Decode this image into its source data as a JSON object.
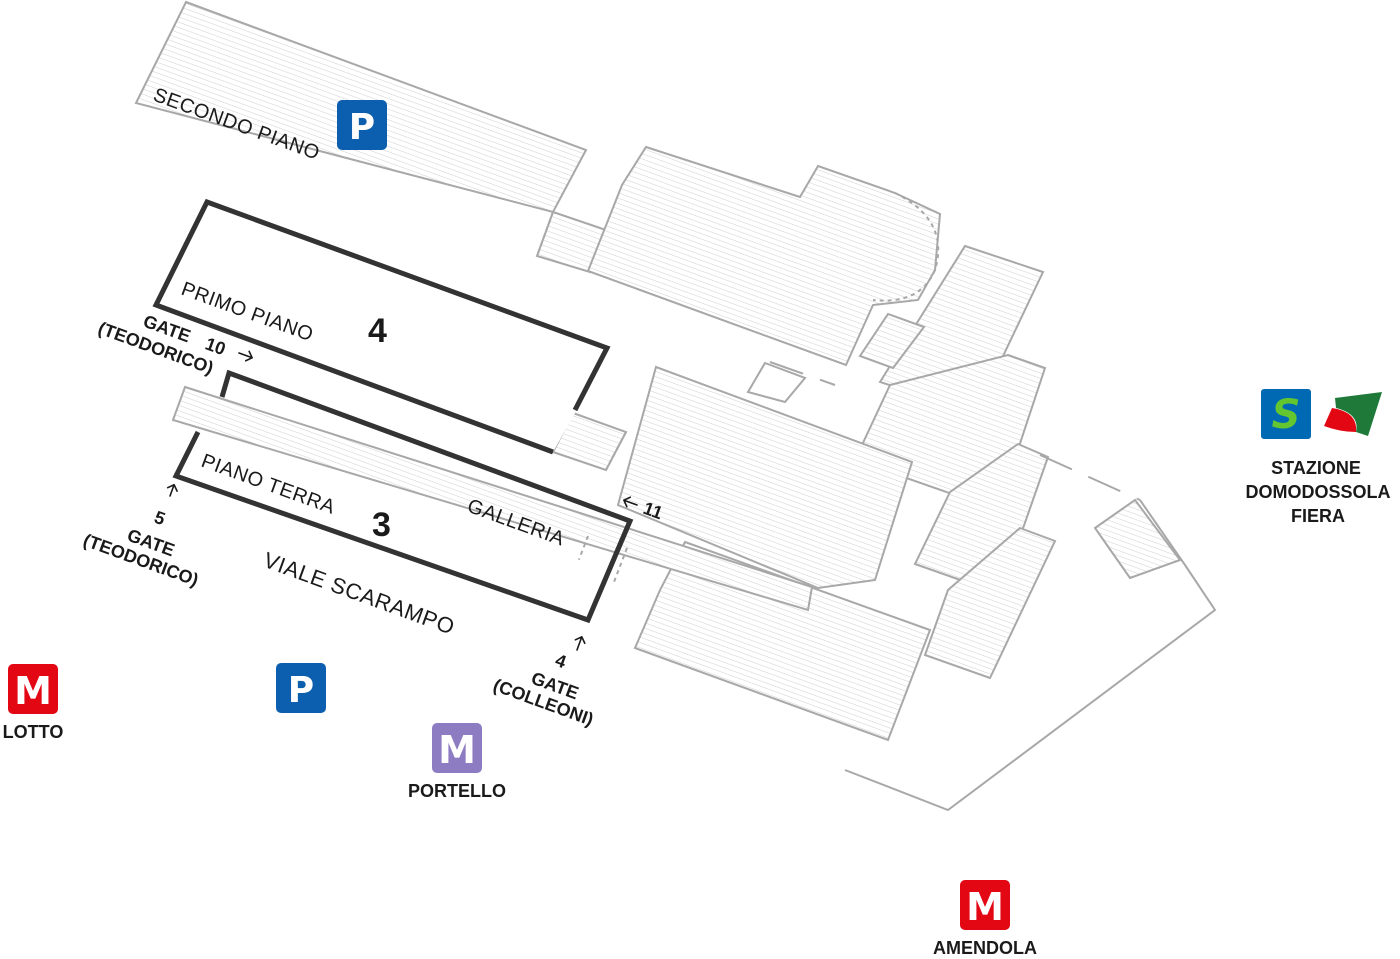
{
  "floors": {
    "second": "SECONDO PIANO",
    "first": "PRIMO PIANO",
    "ground": "PIANO TERRA",
    "gallery": "GALLERIA"
  },
  "halls": {
    "hall4": "4",
    "hall3": "3"
  },
  "street": "VIALE SCARAMPO",
  "gates": {
    "gate10": {
      "word": "GATE",
      "number": "10",
      "name": "(TEODORICO)"
    },
    "gate5": {
      "word": "GATE",
      "number": "5",
      "name": "(TEODORICO)"
    },
    "gate4": {
      "word": "GATE",
      "number": "4",
      "name": "(COLLEONI)"
    },
    "gate11": {
      "number": "11"
    }
  },
  "parking": {
    "letter": "P",
    "color": "#0b5fae"
  },
  "metro": {
    "letter": "M",
    "lotto": {
      "name": "LOTTO",
      "color": "#e30613"
    },
    "portello": {
      "name": "PORTELLO",
      "color": "#8e7cc3"
    },
    "amendola": {
      "name": "AMENDOLA",
      "color": "#e30613"
    }
  },
  "rail": {
    "suburban_letter": "S",
    "suburban_bg": "#0069b4",
    "suburban_fg": "#63c631",
    "station_line1": "STAZIONE",
    "station_line2": "DOMODOSSOLA",
    "station_line3": "FIERA",
    "trenord_green": "#1f7a3a",
    "trenord_red": "#e30613"
  },
  "colors": {
    "hall_outline": "#333333",
    "building_outline": "#a8a8a8"
  }
}
